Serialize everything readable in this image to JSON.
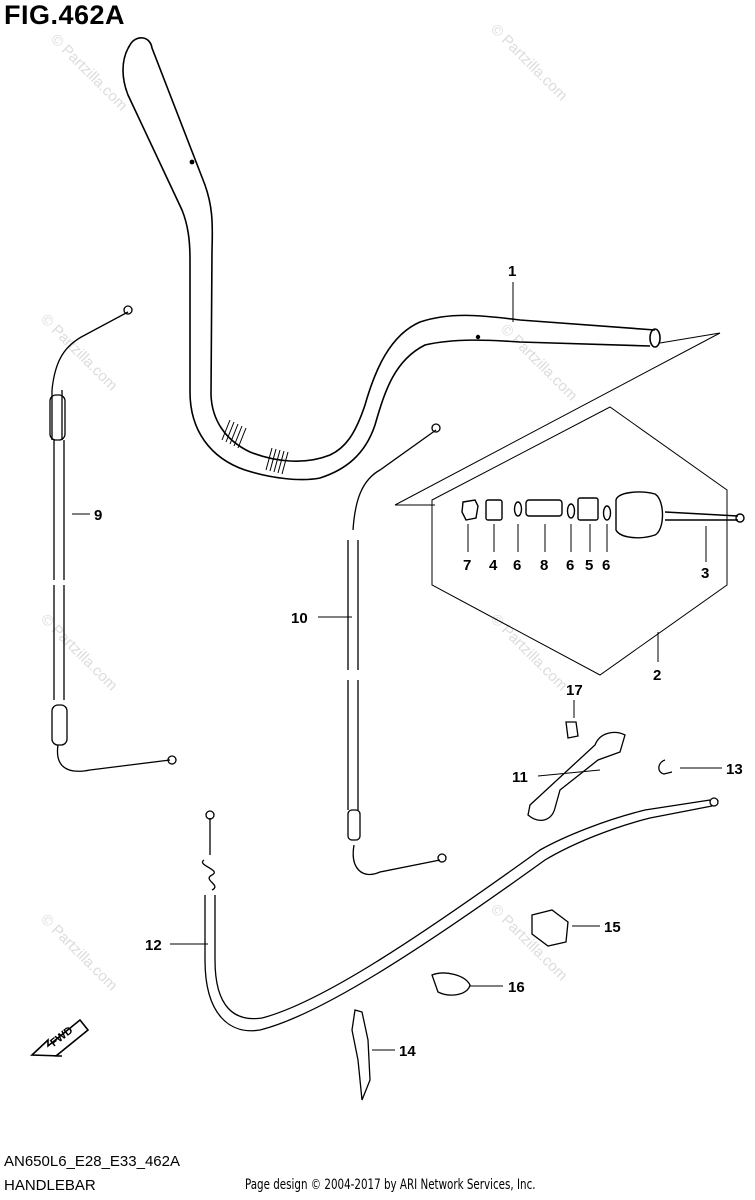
{
  "figure": {
    "title": "FIG.462A",
    "model_code": "AN650L6_E28_E33_462A",
    "section": "HANDLEBAR",
    "copyright": "Page design © 2004-2017 by ARI Network Services, Inc."
  },
  "watermark": "© Partzilla.com",
  "fwd_label": "FWD",
  "callouts": {
    "c1": "1",
    "c2": "2",
    "c3": "3",
    "c4": "4",
    "c5": "5",
    "c6a": "6",
    "c6b": "6",
    "c6c": "6",
    "c7": "7",
    "c8": "8",
    "c9": "9",
    "c10": "10",
    "c11": "11",
    "c12": "12",
    "c13": "13",
    "c14": "14",
    "c15": "15",
    "c16": "16",
    "c17": "17"
  }
}
